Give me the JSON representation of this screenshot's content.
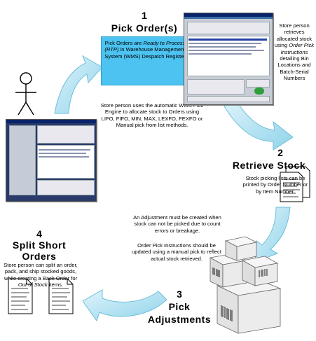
{
  "step1": {
    "number": "1",
    "title": "Pick Order(s)",
    "box_text_a": "Pick Orders are",
    "box_text_italic": "Ready to Process (RTP)",
    "box_text_b": "in Warehouse Management System (WMS) Despatch Register",
    "engine_note": "Store person uses the automatic WMS Pick Engine to allocate stock to Orders using LIFO, FIFO, MIN, MAX, LEXFO, FEXFO or Manual pick from list methods."
  },
  "retrieve_note": {
    "text_a": "Store person retrieves allocated stock using",
    "text_italic": "Order Pick Instructions",
    "text_b": "detailing Bin Locations and Batch-Serial Numbers"
  },
  "step2": {
    "number": "2",
    "title": "Retrieve Stock",
    "note": "Stock picking lists can be printed by Order Number or by Item Number."
  },
  "step3": {
    "number": "3",
    "title_line1": "Pick",
    "title_line2": "Adjustments",
    "note_a": "An Adjustment must be created when stock can not be picked due to count errors or breakage.",
    "note_b": "Order Pick Instructions should be updated using a manual pick to reflect actual stock retrieved."
  },
  "step4": {
    "number": "4",
    "title_line1": "Split Short",
    "title_line2": "Orders",
    "note_a": "Store person can split an order, pack, and ship stocked goods, while creating a Back Order for",
    "note_italic": "Out of Stock",
    "note_b": "items."
  },
  "colors": {
    "accent_cyan": "#4cc3f0",
    "arrow_fill": "#b8e6f4",
    "arrow_edge": "#6fbfd8"
  }
}
